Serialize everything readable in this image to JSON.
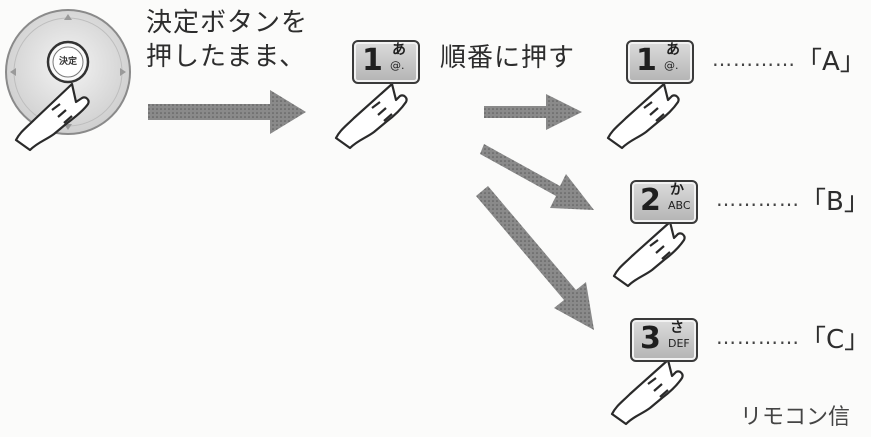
{
  "instruction": {
    "line1": "決定ボタンを",
    "line2": "押したまま、"
  },
  "dpad": {
    "center_label": "決定"
  },
  "step_label": "順番に押す",
  "first_key": {
    "number": "1",
    "kana": "あ",
    "sub": "@."
  },
  "outcomes": [
    {
      "number": "1",
      "kana": "あ",
      "sub": "@.",
      "dots": "…………",
      "result": "「A」"
    },
    {
      "number": "2",
      "kana": "か",
      "sub": "ABC",
      "dots": "…………",
      "result": "「B」"
    },
    {
      "number": "3",
      "kana": "さ",
      "sub": "DEF",
      "dots": "…………",
      "result": "「C」"
    }
  ],
  "footer_text": "リモコン信",
  "colors": {
    "arrow": "#6e6e6e",
    "key_fill": "#c8c8c8",
    "outline": "#333333"
  }
}
